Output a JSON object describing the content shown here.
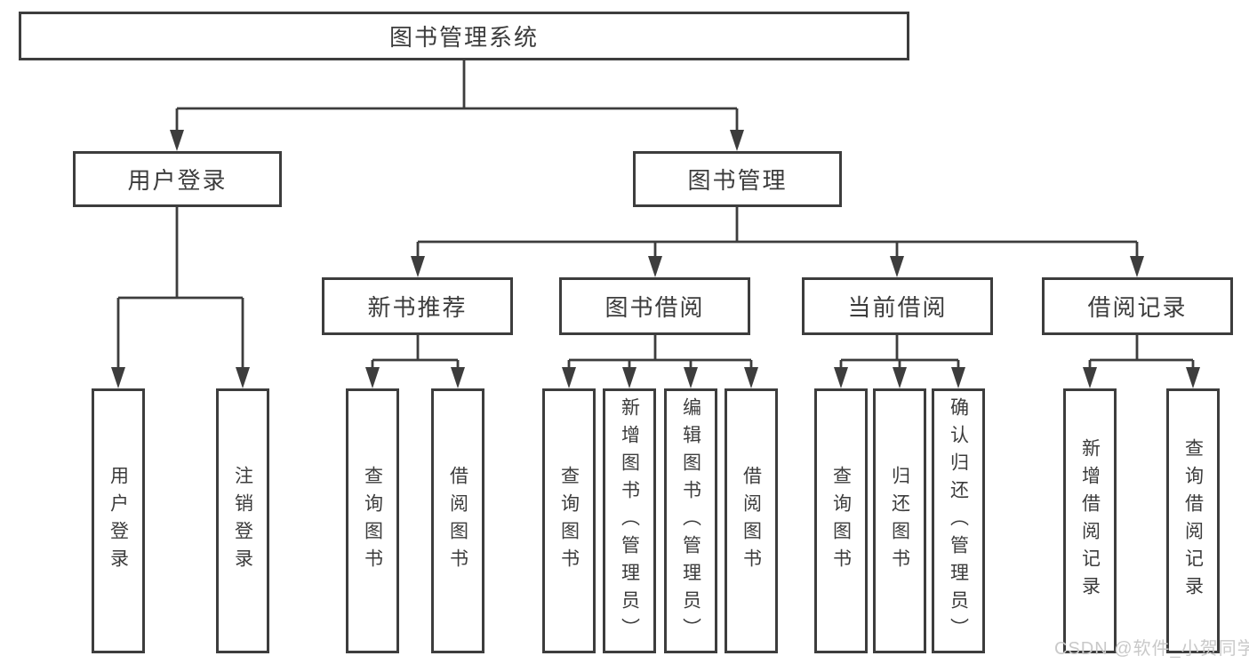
{
  "diagram": {
    "title": "图书管理系统",
    "root": {
      "label": "图书管理系统"
    },
    "level1": [
      {
        "label": "用户登录"
      },
      {
        "label": "图书管理"
      }
    ],
    "level2": [
      {
        "label": "新书推荐"
      },
      {
        "label": "图书借阅"
      },
      {
        "label": "当前借阅"
      },
      {
        "label": "借阅记录"
      }
    ],
    "leaves": {
      "user_login": [
        "用户登录",
        "注销登录"
      ],
      "new_book_recommend": [
        "查询图书",
        "借阅图书"
      ],
      "book_borrow": [
        "查询图书",
        "新增图书（管理员）",
        "编辑图书（管理员）",
        "借阅图书"
      ],
      "current_borrow": [
        "查询图书",
        "归还图书",
        "确认归还（管理员）"
      ],
      "borrow_record": [
        "新增借阅记录",
        "查询借阅记录"
      ]
    },
    "colors": {
      "line": "#3d3d3d",
      "text": "#3c3c3c",
      "background": "#ffffff",
      "watermark_text": "#c9c9c9"
    },
    "watermark": "CSDN @软件_小贺同学"
  }
}
